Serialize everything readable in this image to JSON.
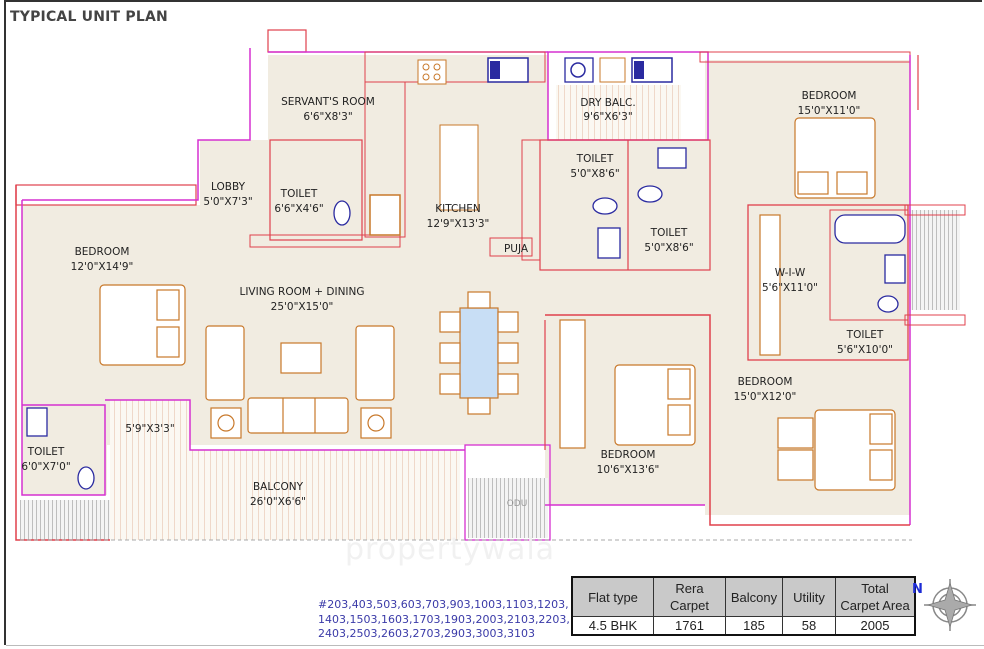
{
  "header": {
    "title": "TYPICAL UNIT PLAN"
  },
  "rooms": [
    {
      "id": "servants-room",
      "name": "SERVANT'S ROOM",
      "size": "6'6\"X8'3\""
    },
    {
      "id": "kitchen",
      "name": "KITCHEN",
      "size": "12'9\"X13'3\""
    },
    {
      "id": "dry-balcony",
      "name": "DRY BALC.",
      "size": "9'6\"X6'3\""
    },
    {
      "id": "bedroom-top-right",
      "name": "BEDROOM",
      "size": "15'0\"X11'0\""
    },
    {
      "id": "lobby",
      "name": "LOBBY",
      "size": "5'0\"X7'3\""
    },
    {
      "id": "toilet-servant",
      "name": "TOILET",
      "size": "6'6\"X4'6\""
    },
    {
      "id": "toilet-center-1",
      "name": "TOILET",
      "size": "5'0\"X8'6\""
    },
    {
      "id": "toilet-center-2",
      "name": "TOILET",
      "size": "5'0\"X8'6\""
    },
    {
      "id": "puja",
      "name": "PUJA",
      "size": ""
    },
    {
      "id": "bedroom-left",
      "name": "BEDROOM",
      "size": "12'0\"X14'9\""
    },
    {
      "id": "living-dining",
      "name": "LIVING ROOM + DINING",
      "size": "25'0\"X15'0\""
    },
    {
      "id": "wiw",
      "name": "W-I-W",
      "size": "5'6\"X11'0\""
    },
    {
      "id": "toilet-right",
      "name": "TOILET",
      "size": "5'6\"X10'0\""
    },
    {
      "id": "bedroom-right",
      "name": "BEDROOM",
      "size": "15'0\"X12'0\""
    },
    {
      "id": "bedroom-center",
      "name": "BEDROOM",
      "size": "10'6\"X13'6\""
    },
    {
      "id": "toilet-left",
      "name": "TOILET",
      "size": "6'0\"X7'0\""
    },
    {
      "id": "small-balcony",
      "name": "",
      "size": "5'9\"X3'3\""
    },
    {
      "id": "balcony",
      "name": "BALCONY",
      "size": "26'0\"X6'6\""
    },
    {
      "id": "odu",
      "name": "ODU",
      "size": ""
    }
  ],
  "units": {
    "line1": "#203,403,503,603,703,903,1003,1103,1203,",
    "line2": "1403,1503,1603,1703,1903,2003,2103,2203,",
    "line3": "2403,2503,2603,2703,2903,3003,3103"
  },
  "area_table": {
    "headers": [
      {
        "line1": "Flat type",
        "line2": ""
      },
      {
        "line1": "Rera",
        "line2": "Carpet"
      },
      {
        "line1": "Balcony",
        "line2": ""
      },
      {
        "line1": "Utility",
        "line2": ""
      },
      {
        "line1": "Total",
        "line2": "Carpet Area"
      }
    ],
    "row": [
      "4.5 BHK",
      "1761",
      "185",
      "58",
      "2005"
    ]
  },
  "compass": {
    "label": "N",
    "icon": "compass-rose-icon"
  },
  "watermark": "propertywala",
  "colors": {
    "floor": "#f1ece1",
    "wall_red": "#e0404c",
    "wall_magenta": "#d630d0",
    "furniture": "#c8782a",
    "fixture_blue": "#2a2aa0",
    "glass": "#9fd8e6",
    "dining_table": "#c8def5"
  }
}
